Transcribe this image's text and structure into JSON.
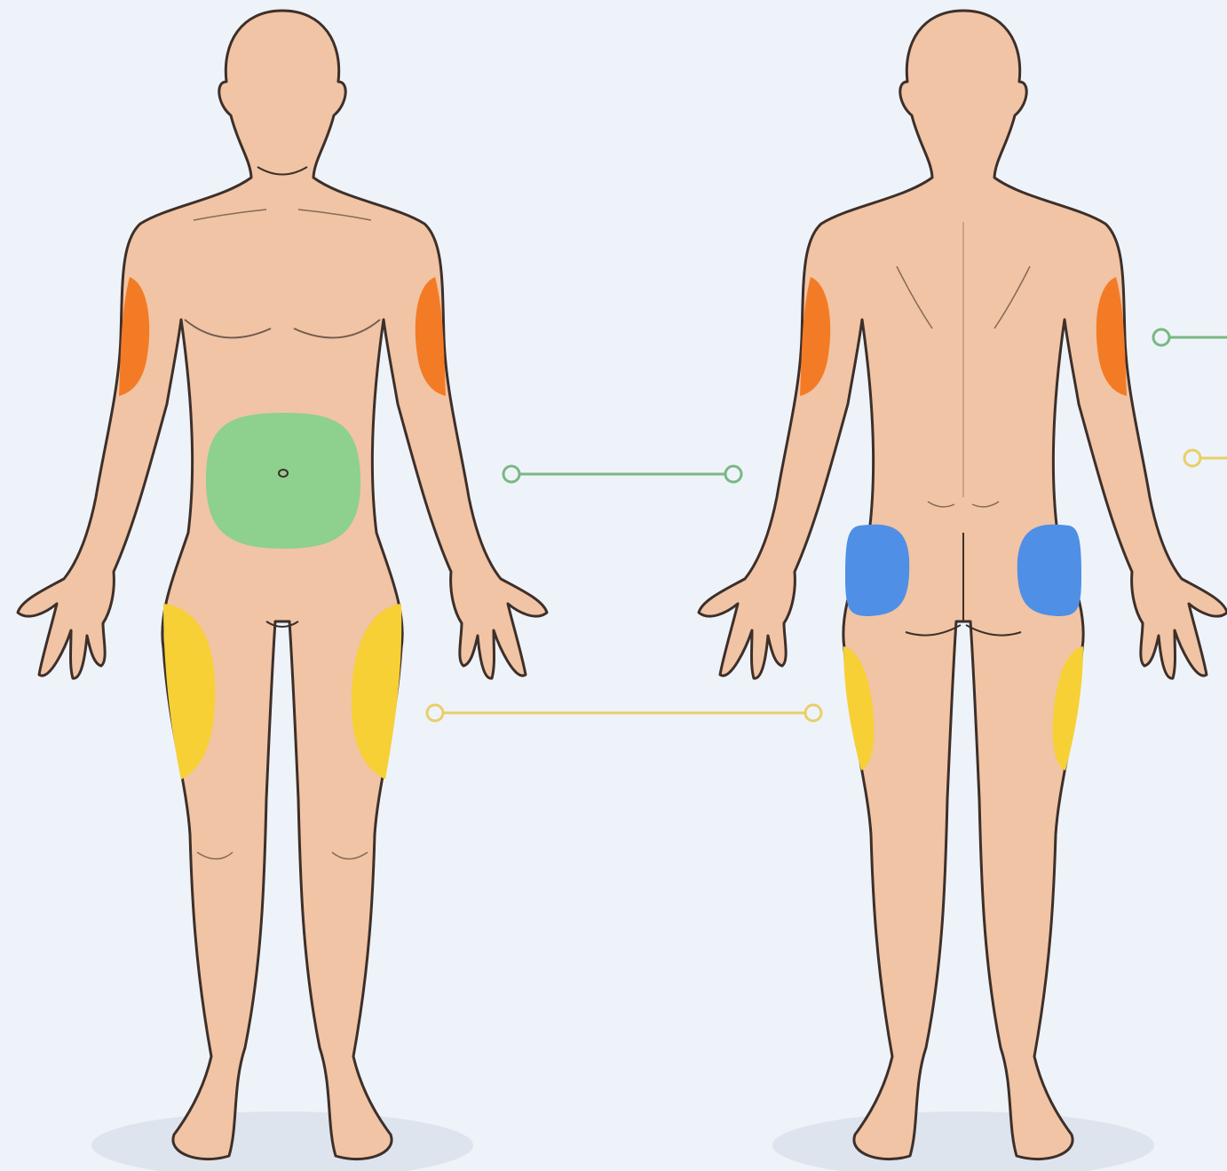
{
  "diagram": {
    "views": [
      {
        "id": "front",
        "name": "front-view"
      },
      {
        "id": "back",
        "name": "back-view"
      }
    ],
    "zones": [
      {
        "id": "upper-arm",
        "color": "#f47b25",
        "views": [
          "front",
          "back"
        ]
      },
      {
        "id": "abdomen",
        "color": "#8ed08d",
        "views": [
          "front"
        ]
      },
      {
        "id": "thigh",
        "color": "#f7d036",
        "views": [
          "front",
          "back"
        ]
      },
      {
        "id": "buttock",
        "color": "#4f8fe6",
        "views": [
          "back"
        ]
      }
    ],
    "connectors": [
      {
        "id": "abdomen-connector",
        "color": "#7ab884"
      },
      {
        "id": "thigh-connector",
        "color": "#e8cf6a"
      },
      {
        "id": "arm-connector",
        "color": "#7ab884"
      },
      {
        "id": "thigh-back-connector",
        "color": "#e8cf6a"
      }
    ],
    "colors": {
      "background": "#eef3f9",
      "skin": "#f0c4a4",
      "outline": "#3d2f2a",
      "shadow": "#dde4ee"
    }
  }
}
